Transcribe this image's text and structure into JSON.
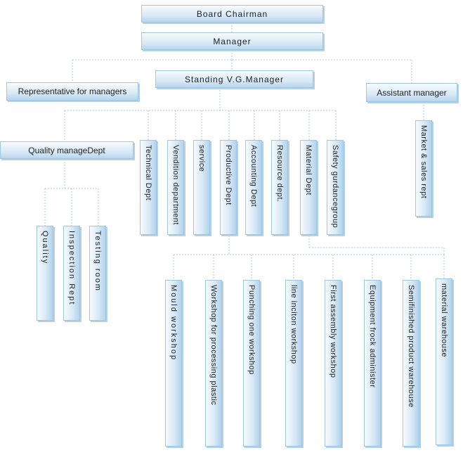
{
  "top": {
    "chairman": "Board Chairman",
    "manager": "Manager",
    "vg_manager": "Standing V.G.Manager",
    "representative": "Representative for managers",
    "assistant": "Assistant manager"
  },
  "assistant_child": "Market & sales rept",
  "quality_dept": "Quality manageDept",
  "quality_children": [
    "Quality",
    "Inspection Rept",
    "Testing room"
  ],
  "departments": [
    "Technical Dept",
    "Vendition department",
    "service",
    "Productive Dept",
    "Accounting Dept",
    "Resource dept.",
    "Material Dept",
    "Safety gurdancegroup"
  ],
  "workshops": [
    "Mould workshop",
    "Workshop for processing plastic",
    "Punching one workshop",
    "line inciton workshop",
    "First assembly workshop",
    "Equipment frock administer",
    "Semifinished product warehouse",
    "material warehouse"
  ]
}
